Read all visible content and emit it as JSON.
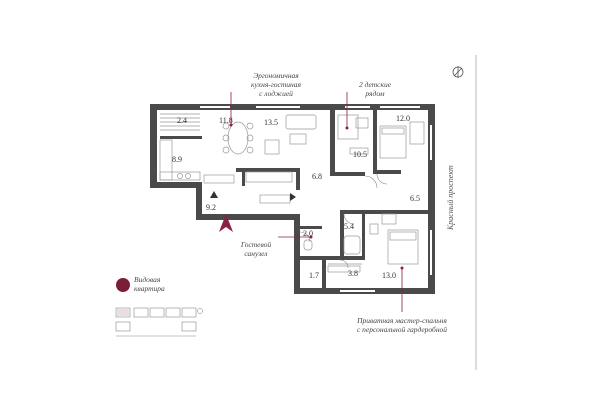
{
  "annotations": {
    "kitchen": "Эргономичная\nкухня-гостиная\nс лоджией",
    "kids": "2 детские\nрядом",
    "guest_bath": "Гостевой\nсанузел",
    "master": "Приватная мастер-спальня\nс персональной гардеробной"
  },
  "rooms": {
    "loggia": "2.4",
    "kitchen": "11.8",
    "living": "13.5",
    "dining": "8.9",
    "hall": "9.2",
    "corridor": "6.8",
    "kid1": "10.5",
    "kid2": "12.0",
    "corridor2": "6.5",
    "wc": "2.0",
    "bath": "5.4",
    "storage": "1.7",
    "wardrobe": "3.8",
    "master": "13.0"
  },
  "legend": {
    "label": "Видовая\nквартира"
  },
  "street": {
    "name": "Красный проспект"
  },
  "colors": {
    "accent": "#7a1f35",
    "wall": "#4a4a4a",
    "line": "#777777"
  },
  "icons": {
    "compass": "compass-icon",
    "entrance": "entrance-arrow-icon",
    "badge": "view-apartment-badge"
  }
}
